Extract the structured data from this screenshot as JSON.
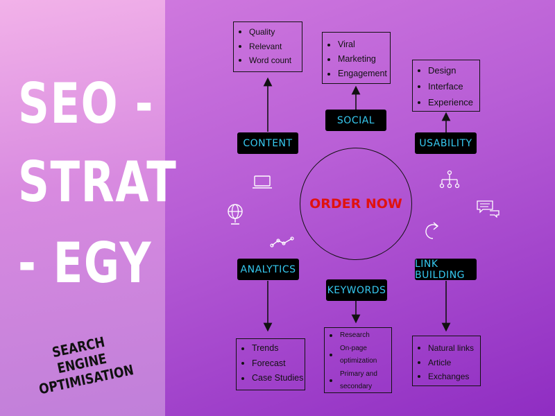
{
  "title_lines": [
    "SEO -",
    "STRAT",
    "- EGY"
  ],
  "subtitle": "SEARCH ENGINE OPTIMISATION",
  "center": "ORDER NOW",
  "nodes": {
    "content": {
      "label": "CONTENT",
      "items": [
        "Quality",
        "Relevant",
        "Word count"
      ]
    },
    "social": {
      "label": "SOCIAL",
      "items": [
        "Viral",
        "Marketing",
        "Engagement"
      ]
    },
    "usability": {
      "label": "USABILITY",
      "items": [
        "Design",
        "Interface",
        "Experience"
      ]
    },
    "analytics": {
      "label": "ANALYTICS",
      "items": [
        "Trends",
        "Forecast",
        "Case Studies"
      ]
    },
    "keywords": {
      "label": "KEYWORDS",
      "items": [
        "Research",
        "On-page optimization",
        "Primary and secondary"
      ]
    },
    "link_building": {
      "label": "LINK BUILDING",
      "items": [
        "Natural links",
        "Article",
        "Exchanges"
      ]
    }
  },
  "icons": [
    "laptop-icon",
    "globe-icon",
    "line-chart-icon",
    "sitemap-icon",
    "chat-icon",
    "refresh-arrow-icon"
  ],
  "colors": {
    "label_text": "#36c9f0",
    "order_now": "#e0120f",
    "label_bg": "#000000",
    "title": "#ffffff"
  }
}
